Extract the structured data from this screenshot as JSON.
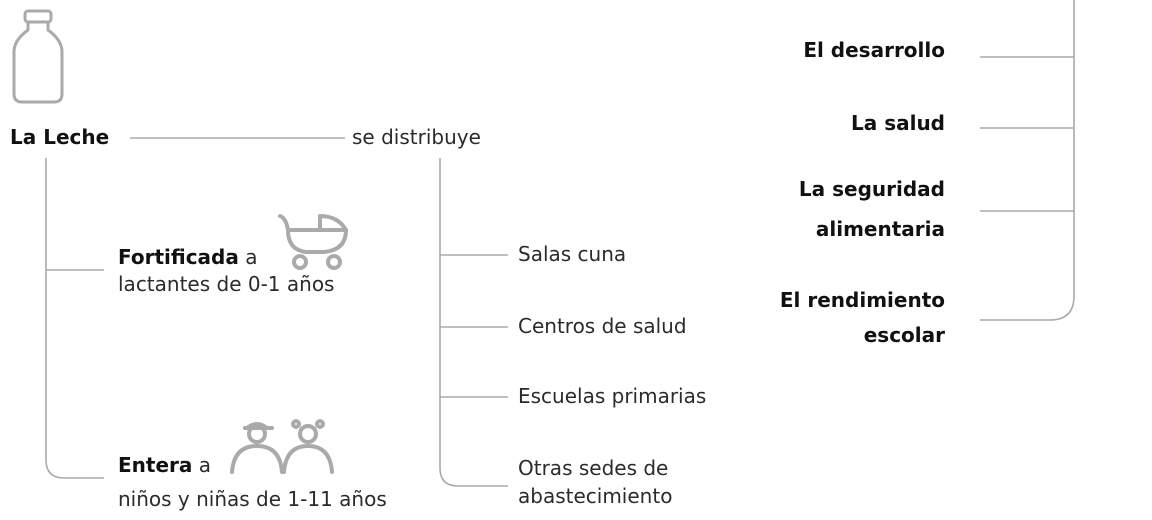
{
  "root": {
    "label": "La Leche"
  },
  "types": {
    "fortified": {
      "bold": "Fortificada",
      "connector": "a",
      "audience": "lactantes de 0-1 años",
      "icon": "baby-stroller-icon"
    },
    "whole": {
      "bold": "Entera",
      "connector": "a",
      "audience": "niños y niñas de 1-11 años",
      "icon": "two-children-icon"
    }
  },
  "distribution": {
    "label": "se distribuye",
    "places": [
      "Salas cuna",
      "Centros de salud",
      "Escuelas primarias",
      "Otras sedes de",
      "abastecimiento"
    ]
  },
  "benefits": {
    "items": [
      {
        "line1": "El desarrollo",
        "line2": ""
      },
      {
        "line1": "La salud",
        "line2": ""
      },
      {
        "line1": "La seguridad",
        "line2": "alimentaria"
      },
      {
        "line1": "El rendimiento",
        "line2": "escolar"
      }
    ]
  },
  "icons": {
    "milk_bottle": "milk-bottle-icon"
  },
  "colors": {
    "line": "#aaaaaa",
    "text": "#2b2b2b",
    "bold": "#111111"
  }
}
